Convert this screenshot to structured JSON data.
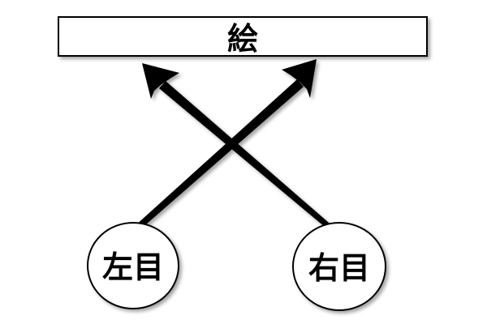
{
  "picture_label": "絵",
  "left_eye_label": "左目",
  "right_eye_label": "右目",
  "colors": {
    "line": "#000000",
    "background": "#ffffff",
    "shadow": "#b0b0b0"
  }
}
